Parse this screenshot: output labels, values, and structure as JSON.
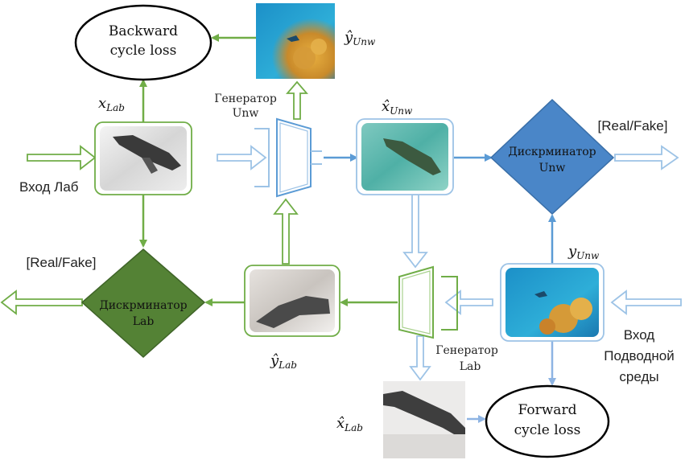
{
  "colors": {
    "green": "#70ad47",
    "green_dark": "#548235",
    "blue": "#5b9bd5",
    "blue_light": "#9dc3e6",
    "blue_fill": "#4a86c8"
  },
  "nodes": {
    "backward_loss": {
      "line1": "Backward",
      "line2": "cycle loss"
    },
    "forward_loss": {
      "line1": "Forward",
      "line2": "cycle loss"
    },
    "disc_unw": {
      "line1": "Дискрминатор",
      "line2": "Unw",
      "output": "[Real/Fake]"
    },
    "disc_lab": {
      "line1": "Дискрминатор",
      "line2": "Lab",
      "output": "[Real/Fake]"
    },
    "gen_unw": {
      "line1": "Генератор",
      "line2": "Unw"
    },
    "gen_lab": {
      "line1": "Генератор",
      "line2": "Lab"
    }
  },
  "images": {
    "x_lab": {
      "base": "x",
      "sub": "Lab"
    },
    "y_hat_unw": {
      "base": "ŷ",
      "sub": "Unw"
    },
    "x_hat_unw": {
      "base": "x̂",
      "sub": "Unw"
    },
    "y_unw": {
      "base": "y",
      "sub": "Unw"
    },
    "y_hat_lab": {
      "base": "ŷ",
      "sub": "Lab"
    },
    "x_hat_lab": {
      "base": "x̂",
      "sub": "Lab"
    }
  },
  "inputs": {
    "lab": "Вход Лаб",
    "underwater_line1": "Вход",
    "underwater_line2": "Подводной",
    "underwater_line3": "среды"
  }
}
